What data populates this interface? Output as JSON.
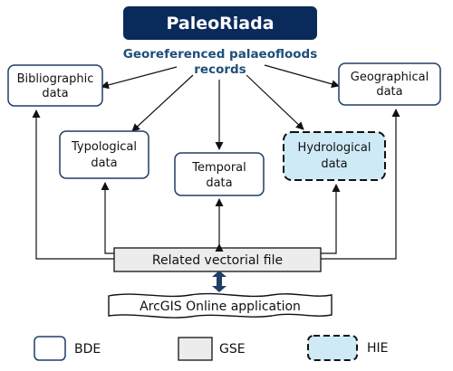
{
  "header": {
    "title": "PaleoRiada",
    "subtitle_line1": "Georeferenced palaeofloods",
    "subtitle_line2": "records"
  },
  "nodes": {
    "bibliographic": {
      "line1": "Bibliographic",
      "line2": "data"
    },
    "geographical": {
      "line1": "Geographical",
      "line2": "data"
    },
    "typological": {
      "line1": "Typological",
      "line2": "data"
    },
    "temporal": {
      "line1": "Temporal",
      "line2": "data"
    },
    "hydrological": {
      "line1": "Hydrological",
      "line2": "data"
    },
    "vectorial_file": {
      "label": "Related vectorial file"
    },
    "arcgis": {
      "label": "ArcGIS Online application"
    }
  },
  "legend": {
    "bde": "BDE",
    "gse": "GSE",
    "hie": "HIE"
  },
  "colors": {
    "title_bg": "#0b2a5c",
    "subtitle_text": "#1f4e79",
    "box_border": "#1f3f66",
    "gse_fill": "#ececec",
    "hie_fill": "#cfeaf7",
    "double_arrow": "#1f3f66"
  }
}
